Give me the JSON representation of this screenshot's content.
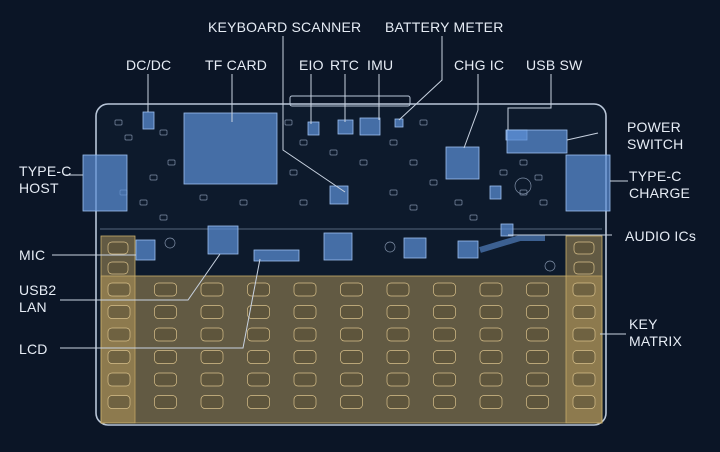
{
  "labels": {
    "dcdc": "DC/DC",
    "tf_card": "TF CARD",
    "keyboard_scanner": "KEYBOARD SCANNER",
    "eio": "EIO",
    "rtc": "RTC",
    "imu": "IMU",
    "battery_meter": "BATTERY METER",
    "chg_ic": "CHG IC",
    "usb_sw": "USB SW",
    "power_switch": "POWER\nSWITCH",
    "type_c_host": "TYPE-C\nHOST",
    "type_c_charge": "TYPE-C\nCHARGE",
    "audio_ics": "AUDIO ICs",
    "mic": "MIC",
    "usb2_lan": "USB2\nLAN",
    "lcd": "LCD",
    "key_matrix": "KEY\nMATRIX"
  },
  "colors": {
    "background": "#0b1526",
    "board": "#0d1a2c",
    "outline": "#b9c6d8",
    "highlight_blue": "#5b8fd6",
    "highlight_gold": "#b89a5a",
    "text": "#e6ecf5"
  }
}
